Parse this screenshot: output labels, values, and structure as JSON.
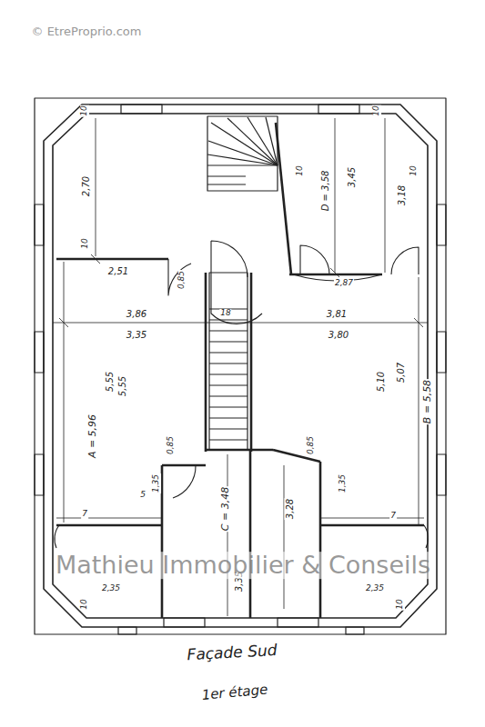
{
  "diagram": {
    "labels": [
      "© EtreProprio.com",
      "10",
      "10",
      "2,70",
      "10",
      "D = 3,58",
      "3,45",
      "10",
      "3,18",
      "10",
      "2,51",
      "0,85",
      "3,86",
      "18",
      "2,87",
      "3,81",
      "3,35",
      "3,80",
      "A = 5,96",
      "5,55",
      "5,55",
      "5,10",
      "5,07",
      "B = 5,58",
      "0,85",
      "0,85",
      "1,35",
      "1,35",
      "C = 3,48",
      "3,28",
      "3,35",
      "2,35",
      "2,35",
      "10",
      "10",
      "7",
      "7",
      "5",
      "Mathieu Immobilier & Conseils",
      "Façade Sud",
      "1er étage"
    ]
  }
}
